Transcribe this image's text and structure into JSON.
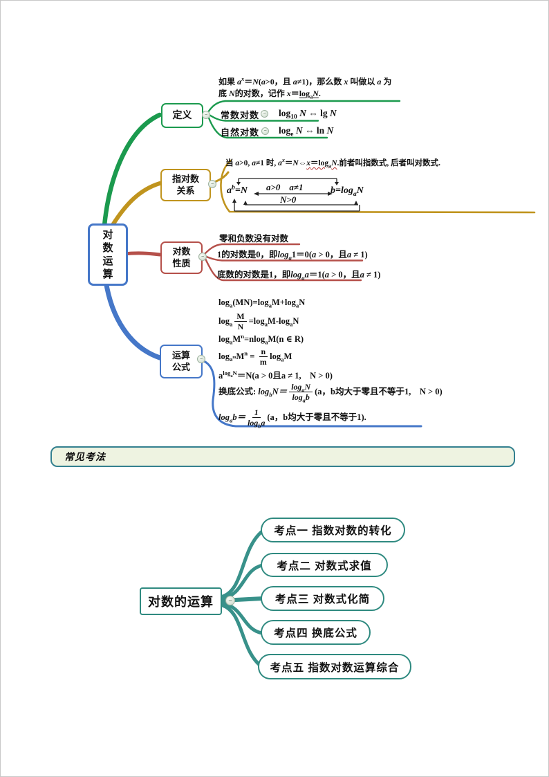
{
  "colors": {
    "definition_green": "#1b9a4e",
    "relation_gold": "#c0941e",
    "properties_red": "#b5504a",
    "operations_blue": "#4577c8",
    "bottom_teal": "#38918a",
    "banner_bg": "#eef3e1",
    "banner_border": "#33808f"
  },
  "icons": {
    "collapse_minus": "−"
  },
  "top_map": {
    "root_label": "对数运算",
    "definition": {
      "label": "定义",
      "intro_html": "如果 <i>a<sup>x</sup></i>＝<i>N</i>(<i>a</i>&gt;0，且 <i>a</i>≠1)，那么数 <i>x</i> 叫做以 <i>a</i> 为<br>底 <i>N</i>的对数，记作 <i>x</i>＝<u>log<sub>a</sub><i>N</i></u>.",
      "common_label": "常数对数",
      "common_formula_html": "log<sub>10</sub> <i>N</i> ⇔ lg <i>N</i>",
      "natural_label": "自然对数",
      "natural_formula_html": "log<sub>e</sub> <i>N</i> ⇔ ln <i>N</i>"
    },
    "relation": {
      "label": "指对数关系",
      "line_html": "当 <i>a</i>&gt;0, <i>a</i>≠1 时, <i>a<sup>x</sup></i>＝<i>N</i>⇔<u class='wavy'><i>x</i>＝log<sub>a</sub><i>N</i></u>.前者叫指数式, 后者叫对数式.",
      "diagram": {
        "left_html": "<i>a<sup>b</sup></i>=<i>N</i>",
        "cond_top_html": "<i>a</i>&gt;0　<i>a</i>≠1",
        "cond_bottom_html": "<i>N</i>&gt;0",
        "right_html": "<i>b</i>=log<sub>a</sub><i>N</i>"
      }
    },
    "properties": {
      "label": "对数性质",
      "item1_html": "零和负数没有对数",
      "item2_html": "1的对数是0，即<i>log<sub>a</sub></i>1＝0(<i>a</i> &gt; 0，且<i>a</i> ≠ 1)",
      "item3_html": "底数的对数是1，即<i>log<sub>a</sub></i><i>a</i>＝1(<i>a</i> &gt; 0，且<i>a</i> ≠ 1)"
    },
    "operations": {
      "label": "运算公式",
      "f1_html": "log<sub>a</sub>(MN)=log<sub>a</sub>M+log<sub>a</sub>N",
      "f2_html": "log<sub>a</sub><span class='frac'><span>M</span><span>N</span></span>=log<sub>a</sub>M-log<sub>a</sub>N",
      "f3_html": "log<sub>a</sub>M<sup>n</sup>=nlog<sub>a</sub>M(n ∈ R)",
      "f4_html": "log<sub>a<sup>m</sup></sub>M<sup>n</sup> = <span class='frac'><span>n</span><span>m</span></span>log<sub>a</sub>M",
      "f5_html": "a<sup>log<sub>a</sub>N</sup>＝N(a &gt; 0且a ≠ 1,　N &gt; 0)",
      "f6_html": "换底公式: <i>log<sub>b</sub>N＝<span class='frac'><span>log<sub>a</sub>N</span><span>log<sub>a</sub>b</span></span></i>(a，b均大于零且不等于1,　N &gt; 0)",
      "f7_html": "<i>log<sub>a</sub>b＝<span class='frac'><span>1</span><span>log<sub>b</sub>a</span></span></i>(a，b均大于零且不等于1)."
    }
  },
  "banner": {
    "title": "常见考法"
  },
  "bottom_map": {
    "root_label": "对数的运算",
    "nodes": [
      "考点一  指数对数的转化",
      "考点二  对数式求值",
      "考点三  对数式化简",
      "考点四  换底公式",
      "考点五  指数对数运算综合"
    ]
  }
}
